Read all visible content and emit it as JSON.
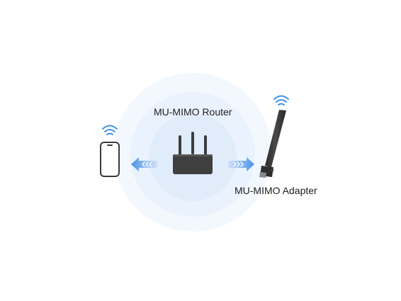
{
  "diagram": {
    "router_label": "MU-MIMO Router",
    "adapter_label": "MU-MIMO Adapter",
    "nodes": [
      {
        "id": "phone",
        "icon": "smartphone-icon",
        "has_wifi_signal": true
      },
      {
        "id": "router",
        "icon": "router-icon",
        "antennas": 3,
        "has_wifi_signal": false
      },
      {
        "id": "adapter",
        "icon": "usb-wifi-adapter-icon",
        "has_wifi_signal": true
      }
    ],
    "links": [
      {
        "from": "router",
        "to": "phone",
        "direction": "left",
        "icon": "left-arrow-icon"
      },
      {
        "from": "router",
        "to": "adapter",
        "direction": "right",
        "icon": "right-arrow-icon"
      }
    ],
    "colors": {
      "signal": "#3d8fe6",
      "arrow": "#5a9fe8",
      "device": "#3f3f3f",
      "halo": "#e3eefc",
      "label": "#1f1f1f"
    }
  }
}
